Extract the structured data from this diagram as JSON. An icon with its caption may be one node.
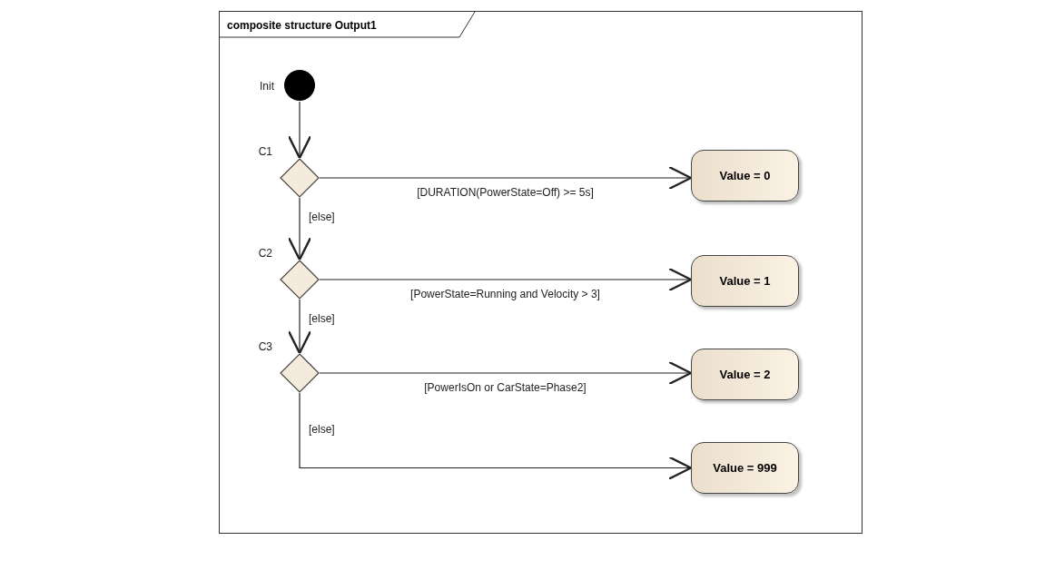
{
  "diagram": {
    "nodes": [
      {
        "text": [
          "composite structure Output1"
        ]
      },
      {
        "text": [],
        "shape": "circle",
        "in": 0,
        "beside": [
          "Init"
        ]
      },
      {
        "text": [],
        "shape": "diamond",
        "in": 0,
        "beside": [
          "C1"
        ]
      },
      {
        "text": [],
        "shape": "diamond",
        "in": 0,
        "beside": [
          "C2"
        ]
      },
      {
        "text": [],
        "shape": "diamond",
        "in": 0,
        "beside": [
          "C3"
        ]
      },
      {
        "text": [
          "Value = 0"
        ],
        "in": 0
      },
      {
        "text": [
          "Value = 1"
        ],
        "in": 0
      },
      {
        "text": [
          "Value = 2"
        ],
        "in": 0
      },
      {
        "text": [
          "Value = 999"
        ],
        "in": 0
      }
    ],
    "edges": [
      {
        "from": 1,
        "to": 2,
        "arrow": "to"
      },
      {
        "from": 2,
        "to": 5,
        "arrow": "to",
        "label": "[DURATION(PowerState=Off) >= 5s]"
      },
      {
        "from": 2,
        "to": 3,
        "arrow": "to",
        "label": "[else]"
      },
      {
        "from": 3,
        "to": 6,
        "arrow": "to",
        "label": "[PowerState=Running and Velocity > 3]"
      },
      {
        "from": 3,
        "to": 4,
        "arrow": "to",
        "label": "[else]"
      },
      {
        "from": 4,
        "to": 7,
        "arrow": "to",
        "label": "[PowerIsOn or CarState=Phase2]"
      },
      {
        "from": 4,
        "to": 8,
        "arrow": "to",
        "label": "[else]"
      }
    ]
  }
}
